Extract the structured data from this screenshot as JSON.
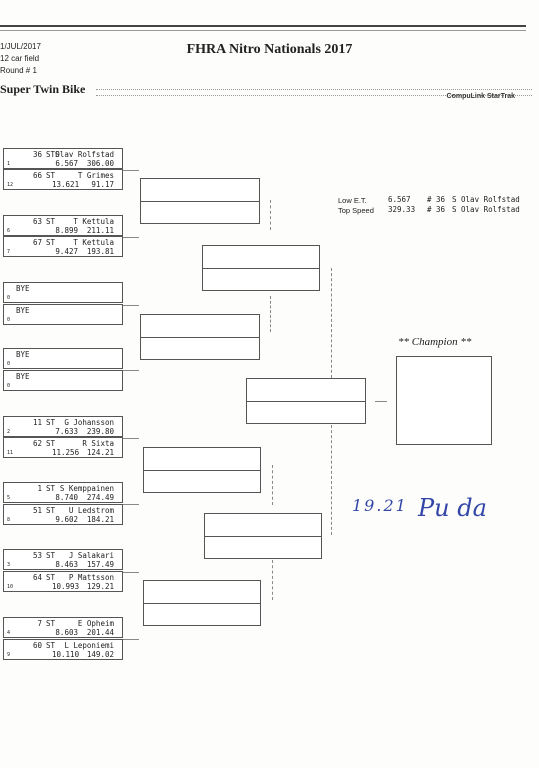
{
  "header": {
    "date": "1/JUL/2017",
    "field": "12 car field",
    "round": "Round # 1",
    "title": "FHRA Nitro Nationals 2017",
    "event": "Super Twin Bike",
    "software": "CompuLink StarTrak"
  },
  "stats": {
    "low_et_label": "Low   E.T.",
    "low_et_value": "6.567",
    "low_et_car": "# 36",
    "low_et_driver": "S Olav Rolfstad",
    "top_speed_label": "Top Speed",
    "top_speed_value": "329.33",
    "top_speed_car": "# 36",
    "top_speed_driver": "S Olav Rolfstad"
  },
  "entries": [
    {
      "seed": "1",
      "num": "36",
      "cls": "STS",
      "driver": "Olav Rolfstad",
      "et": "6.567",
      "speed": "306.00"
    },
    {
      "seed": "12",
      "num": "66",
      "cls": "ST",
      "driver": "T Grimes",
      "et": "13.621",
      "speed": "91.17"
    },
    {
      "seed": "6",
      "num": "63",
      "cls": "ST",
      "driver": "T Kettula",
      "et": "8.899",
      "speed": "211.11"
    },
    {
      "seed": "7",
      "num": "67",
      "cls": "ST",
      "driver": "T Kettula",
      "et": "9.427",
      "speed": "193.81"
    },
    {
      "seed": "0",
      "bye": "BYE"
    },
    {
      "seed": "0",
      "bye": "BYE"
    },
    {
      "seed": "0",
      "bye": "BYE"
    },
    {
      "seed": "0",
      "bye": "BYE"
    },
    {
      "seed": "2",
      "num": "11",
      "cls": "ST",
      "driver": "G Johansson",
      "et": "7.633",
      "speed": "239.80"
    },
    {
      "seed": "11",
      "num": "62",
      "cls": "ST",
      "driver": "R Sixta",
      "et": "11.256",
      "speed": "124.21"
    },
    {
      "seed": "5",
      "num": "1",
      "cls": "ST",
      "driver": "S Kemppainen",
      "et": "8.740",
      "speed": "274.49"
    },
    {
      "seed": "8",
      "num": "51",
      "cls": "ST",
      "driver": "U Ledstrom",
      "et": "9.602",
      "speed": "184.21"
    },
    {
      "seed": "3",
      "num": "53",
      "cls": "ST",
      "driver": "J Salakari",
      "et": "8.463",
      "speed": "157.49"
    },
    {
      "seed": "10",
      "num": "64",
      "cls": "ST",
      "driver": "P Mattsson",
      "et": "10.993",
      "speed": "129.21"
    },
    {
      "seed": "4",
      "num": "7",
      "cls": "ST",
      "driver": "E Opheim",
      "et": "8.603",
      "speed": "201.44"
    },
    {
      "seed": "9",
      "num": "60",
      "cls": "ST",
      "driver": "L Leponiemi",
      "et": "10.110",
      "speed": "149.02"
    }
  ],
  "champion_label": "** Champion **",
  "handwriting": {
    "time": "19.21",
    "signature": "Pu da"
  }
}
